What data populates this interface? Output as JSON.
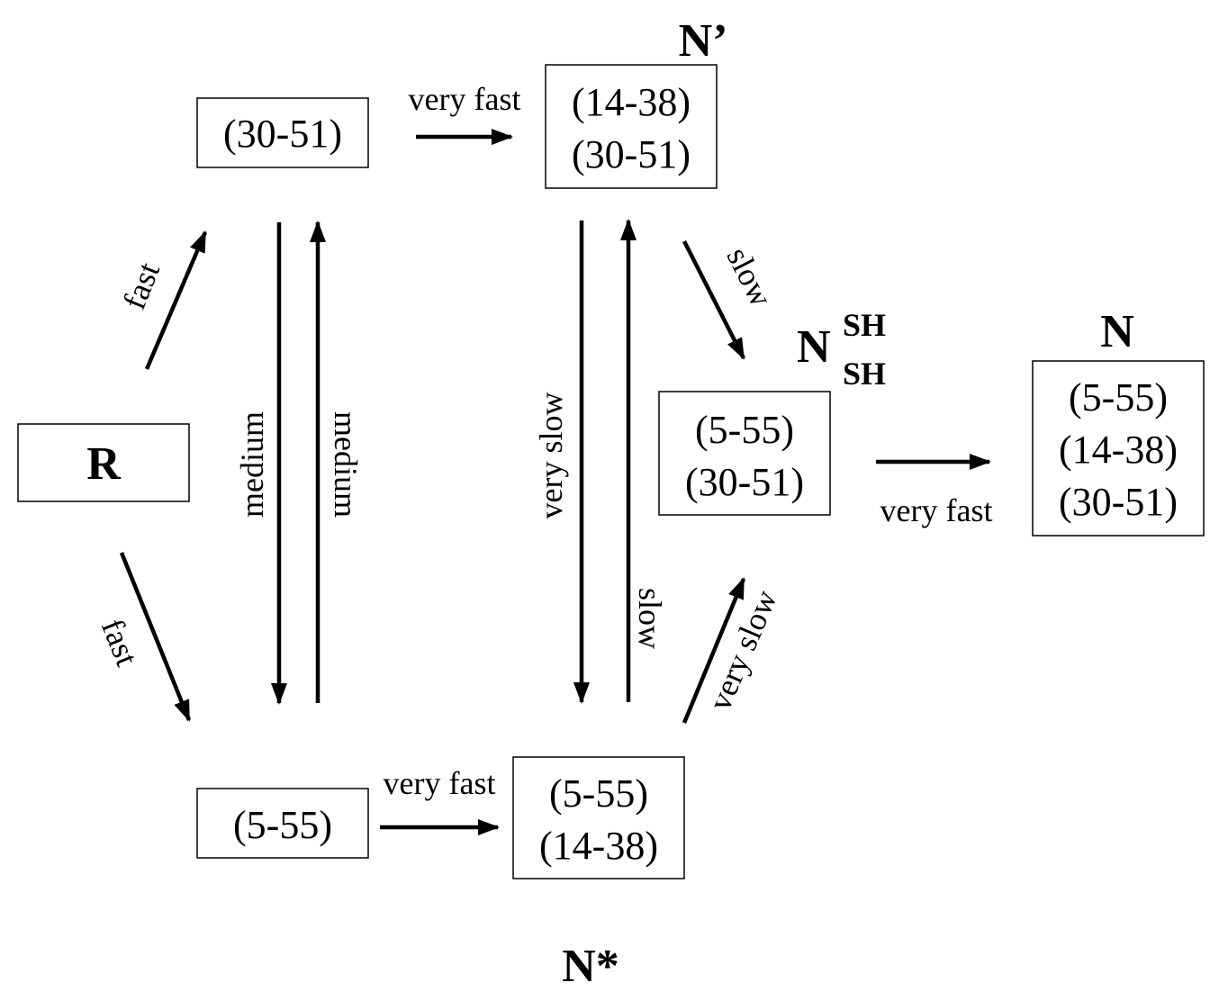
{
  "states": {
    "R": "R",
    "n_prime": "N’",
    "n_star": "N*",
    "n_sh": "N",
    "n_sh_sup": "SH",
    "n_sh_sub": "SH",
    "n": "N"
  },
  "boxes": {
    "top_left": [
      "(30-51)"
    ],
    "n_prime": [
      "(14-38)",
      "(30-51)"
    ],
    "n_sh": [
      "(5-55)",
      "(30-51)"
    ],
    "n": [
      "(5-55)",
      "(14-38)",
      "(30-51)"
    ],
    "bottom_left": [
      "(5-55)"
    ],
    "n_star": [
      "(5-55)",
      "(14-38)"
    ]
  },
  "rates": {
    "r_to_top": "fast",
    "r_to_bottom": "fast",
    "left_down": "medium",
    "left_up": "medium",
    "top_to_nprime": "very fast",
    "bottom_to_nstar": "very fast",
    "center_down": "very slow",
    "center_up": "slow",
    "nprime_to_nsh": "slow",
    "nstar_to_nsh": "very slow",
    "nsh_to_n": "very fast"
  }
}
